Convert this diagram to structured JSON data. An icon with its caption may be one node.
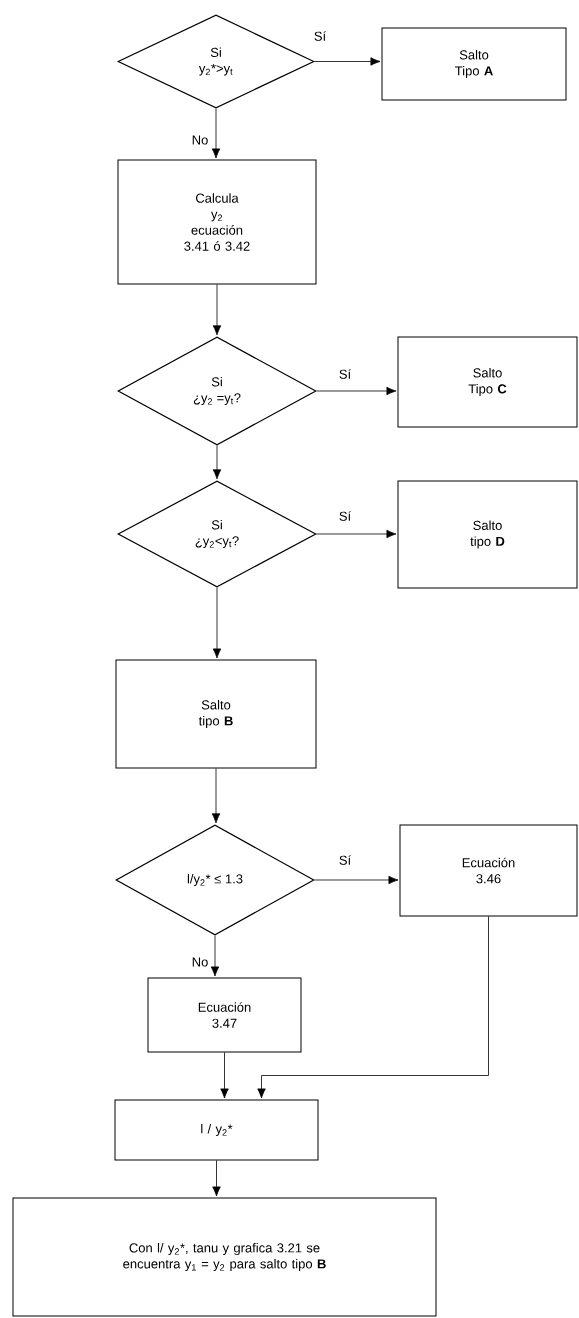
{
  "diagram": {
    "nodes": [
      {
        "text": [
          "Si",
          "y$_{2}$*>y$_{t}$"
        ]
      },
      {
        "text": [
          "Salto Tipo **A**"
        ]
      },
      {
        "text": [
          "Calcula",
          "y$_{2}$",
          "ecuación 3.41 ó 3.42"
        ]
      },
      {
        "text": [
          "Si",
          "¿y$_{2}$ =y$_{t}$?"
        ]
      },
      {
        "text": [
          "Salto Tipo **C**"
        ]
      },
      {
        "text": [
          "Si",
          "¿y$_{2}$<y$_{t}$?"
        ]
      },
      {
        "text": [
          "Salto tipo **D**"
        ]
      },
      {
        "text": [
          "Salto tipo **B**"
        ]
      },
      {
        "text": [
          "l/y$_{2}$* ≤ 1.3"
        ]
      },
      {
        "text": [
          "Ecuación 3.46"
        ]
      },
      {
        "text": [
          "Ecuación 3.47"
        ]
      },
      {
        "text": [
          "l / y$_{2}$*"
        ]
      },
      {
        "text": [
          "Con l/ y$_{2}$*, tanu y grafica 3.21 se encuentra y$_{1}$ = y$_{2}$ para salto tipo **B**"
        ]
      }
    ],
    "edges": [
      {
        "from": 0,
        "to": 1,
        "arrow": "to",
        "label": "Sí"
      },
      {
        "from": 0,
        "to": 2,
        "arrow": "to",
        "label": "No"
      },
      {
        "from": 2,
        "to": 3,
        "arrow": "to"
      },
      {
        "from": 3,
        "to": 4,
        "arrow": "to",
        "label": "Sí"
      },
      {
        "from": 3,
        "to": 5,
        "arrow": "to"
      },
      {
        "from": 5,
        "to": 6,
        "arrow": "to",
        "label": "Sí"
      },
      {
        "from": 5,
        "to": 7,
        "arrow": "to"
      },
      {
        "from": 7,
        "to": 8,
        "arrow": "to"
      },
      {
        "from": 8,
        "to": 9,
        "arrow": "to",
        "label": "Sí"
      },
      {
        "from": 8,
        "to": 10,
        "arrow": "to",
        "label": "No"
      },
      {
        "from": 10,
        "to": 11,
        "arrow": "to"
      },
      {
        "from": 9,
        "to": 11,
        "arrow": "to"
      },
      {
        "from": 11,
        "to": 12,
        "arrow": "to"
      }
    ]
  }
}
